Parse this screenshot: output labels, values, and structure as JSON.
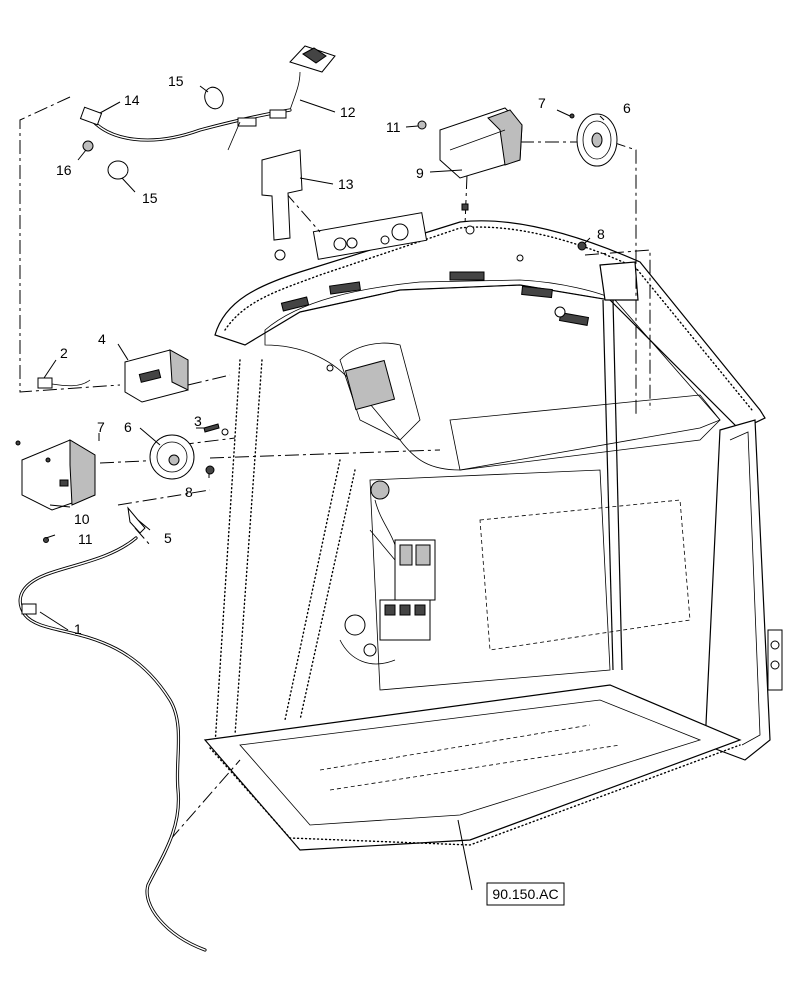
{
  "callouts": {
    "c1": "1",
    "c2": "2",
    "c3": "3",
    "c4": "4",
    "c5": "5",
    "c6a": "6",
    "c6b": "6",
    "c7a": "7",
    "c7b": "7",
    "c8a": "8",
    "c8b": "8",
    "c9": "9",
    "c10": "10",
    "c11a": "11",
    "c11b": "11",
    "c12": "12",
    "c13": "13",
    "c14": "14",
    "c15a": "15",
    "c15b": "15",
    "c16": "16"
  },
  "reference_box": {
    "label": "90.150.AC"
  },
  "icons": [
    "speaker-icon",
    "radio-icon",
    "speaker-enclosure-icon",
    "antenna-cable-icon",
    "mounting-bracket-icon",
    "cab-frame-icon"
  ]
}
